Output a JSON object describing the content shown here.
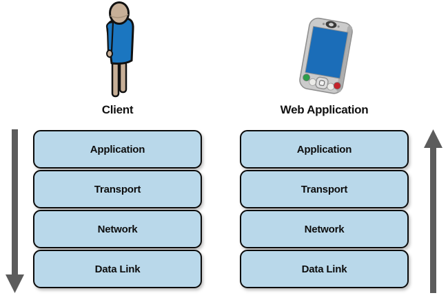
{
  "diagram": {
    "client": {
      "label": "Client"
    },
    "web_application": {
      "label": "Web Application"
    },
    "layers": [
      "Application",
      "Transport",
      "Network",
      "Data Link"
    ],
    "arrows": {
      "left_direction": "down",
      "right_direction": "up"
    },
    "colors": {
      "layer-fill": "#b9d8ea",
      "layer-border": "#0a0a0a",
      "arrow-gray": "#5c5c5c",
      "figure-blue": "#1b76c0",
      "skin-tan": "#c7af97",
      "device-body": "#cbcbcb",
      "device-edge": "#999999",
      "device-screen": "#1b6db8",
      "button-green": "#2e9e4a",
      "button-red": "#c4232b",
      "button-white": "#ebebe8"
    }
  }
}
